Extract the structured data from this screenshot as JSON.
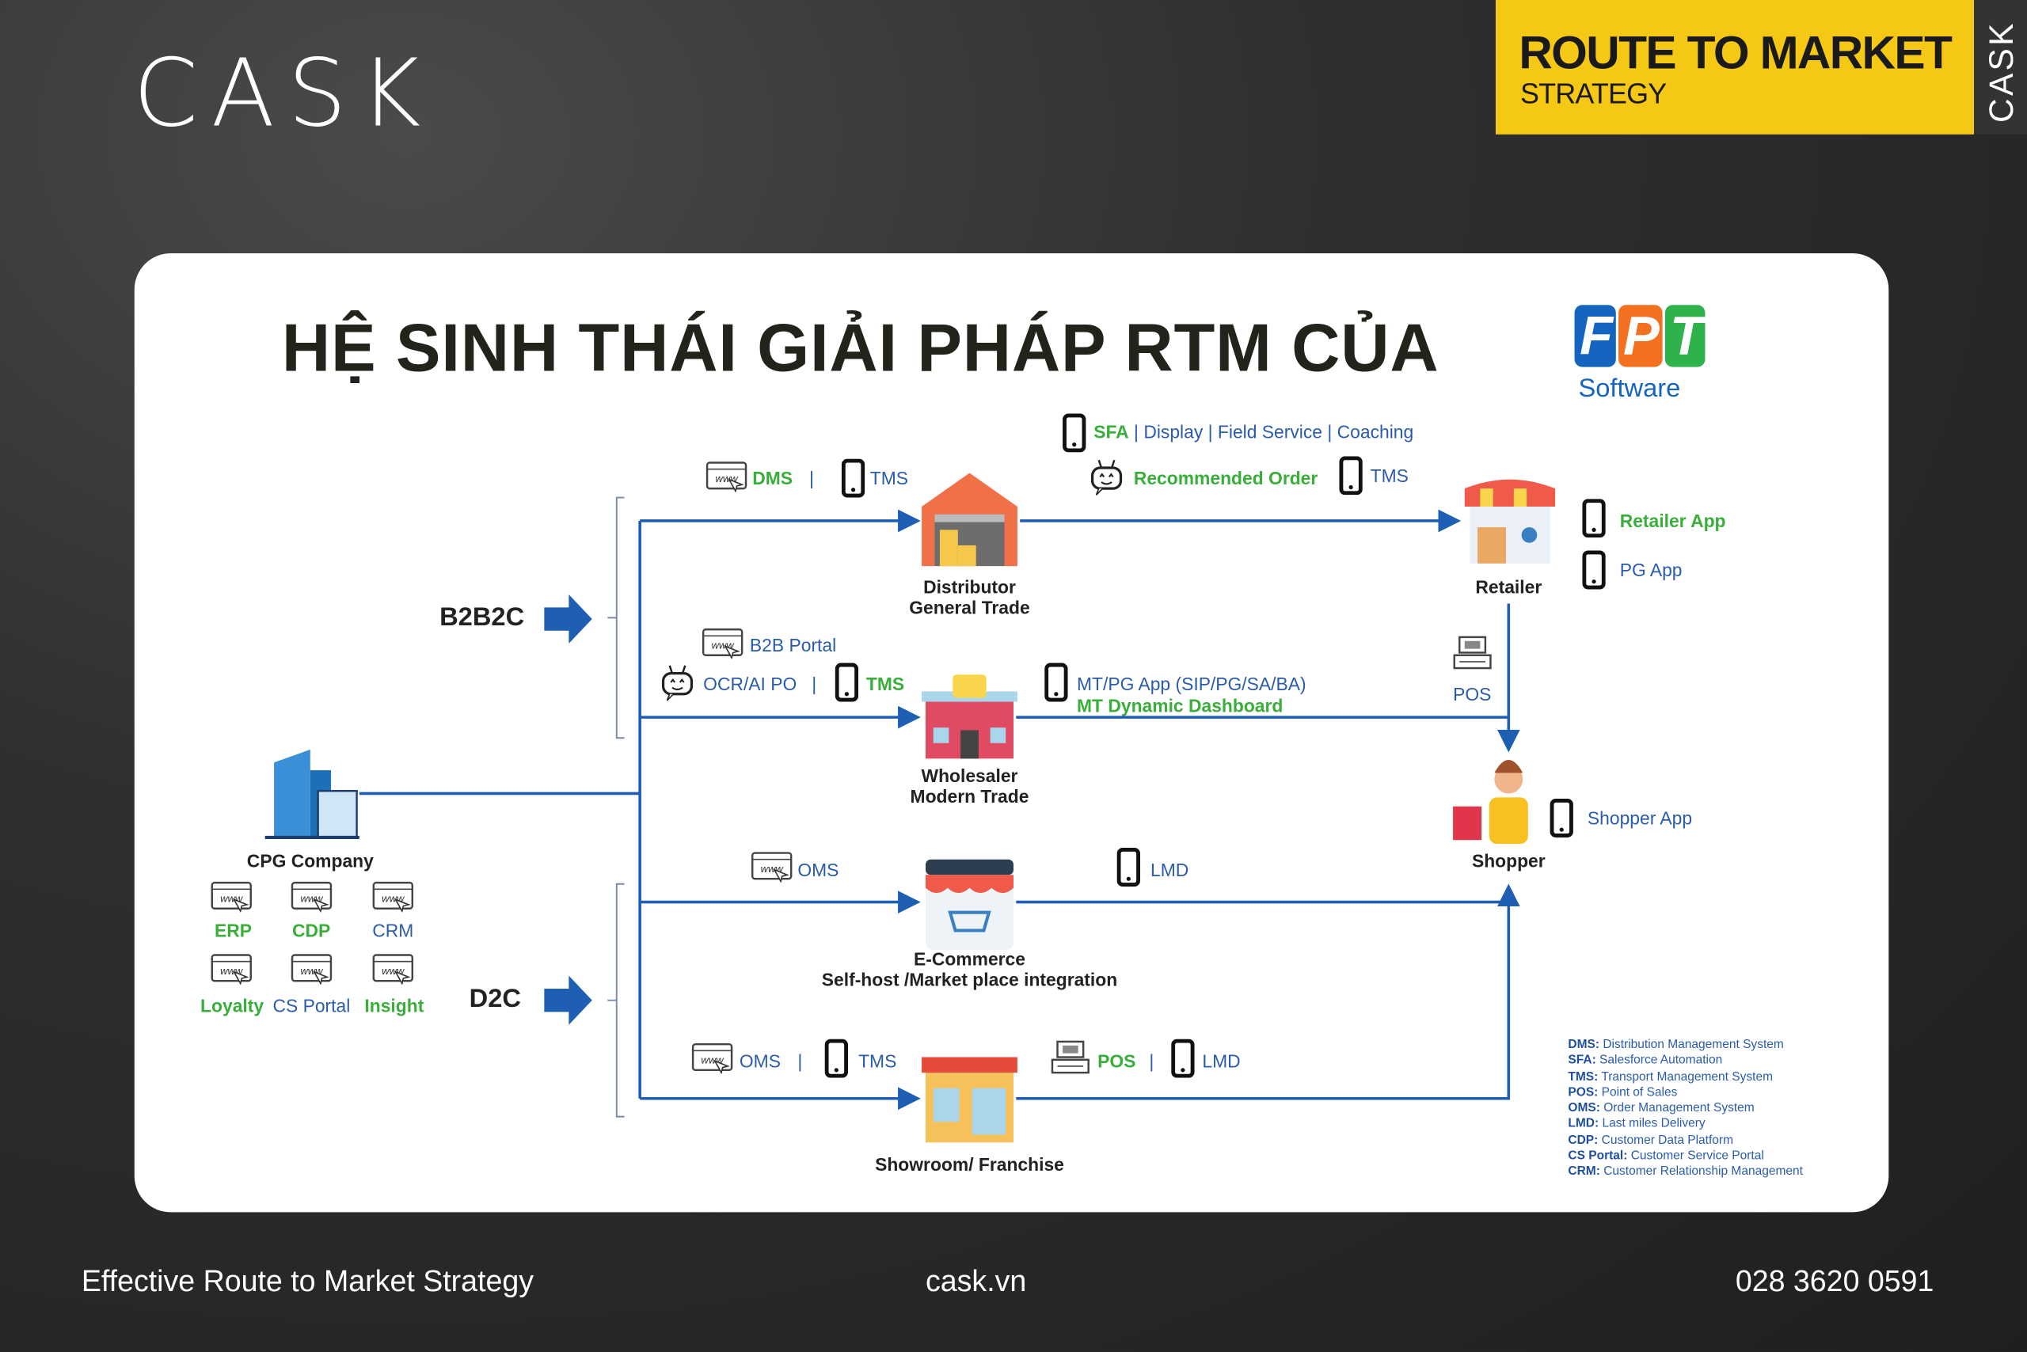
{
  "brand": {
    "logo": "CASK",
    "badge_title": "ROUTE TO MARKET",
    "badge_subtitle": "STRATEGY",
    "side_text": "CASK"
  },
  "title": "HỆ SINH THÁI GIẢI PHÁP RTM CỦA",
  "fpt": {
    "letters": [
      "F",
      "P",
      "T"
    ],
    "sub": "Software"
  },
  "segments": {
    "b2b2c": "B2B2C",
    "d2c": "D2C"
  },
  "nodes": {
    "cpg": "CPG Company",
    "distributor": [
      "Distributor",
      "General Trade"
    ],
    "wholesaler": [
      "Wholesaler",
      "Modern Trade"
    ],
    "ecommerce": [
      "E-Commerce",
      "Self-host /Market place integration"
    ],
    "showroom": "Showroom/ Franchise",
    "retailer": "Retailer",
    "shopper": "Shopper"
  },
  "labels": {
    "sfa": "SFA",
    "sfa_rest": " | Display | Field Service | Coaching",
    "dms": "DMS",
    "sep": "|",
    "tms": "TMS",
    "rec_order": "Recommended Order",
    "retailer_app": "Retailer App",
    "pg_app": "PG App",
    "b2b_portal": "B2B Portal",
    "ocr": "OCR/AI PO",
    "mt_app": "MT/PG App (SIP/PG/SA/BA)",
    "mt_dash": "MT Dynamic Dashboard",
    "pos": "POS",
    "shopper_app": "Shopper App",
    "oms": "OMS",
    "lmd": "LMD",
    "erp": "ERP",
    "cdp": "CDP",
    "crm": "CRM",
    "loyalty": "Loyalty",
    "cs_portal": "CS Portal",
    "insight": "Insight"
  },
  "legend": [
    {
      "abbr": "DMS:",
      "text": "Distribution Management System"
    },
    {
      "abbr": "SFA:",
      "text": "Salesforce Automation"
    },
    {
      "abbr": "TMS:",
      "text": "Transport Management System"
    },
    {
      "abbr": "POS:",
      "text": "Point of Sales"
    },
    {
      "abbr": "OMS:",
      "text": "Order Management System"
    },
    {
      "abbr": "LMD:",
      "text": "Last miles Delivery"
    },
    {
      "abbr": "CDP:",
      "text": "Customer Data Platform"
    },
    {
      "abbr": "CS Portal:",
      "text": "Customer Service Portal"
    },
    {
      "abbr": "CRM:",
      "text": "Customer Relationship Management"
    }
  ],
  "footer": {
    "tagline": "Effective Route to Market Strategy",
    "website": "cask.vn",
    "phone": "028 3620 0591"
  },
  "colors": {
    "accent": "#f6c816",
    "line": "#1e5fb4",
    "green": "#3aae3a",
    "blue": "#2a5caa"
  }
}
